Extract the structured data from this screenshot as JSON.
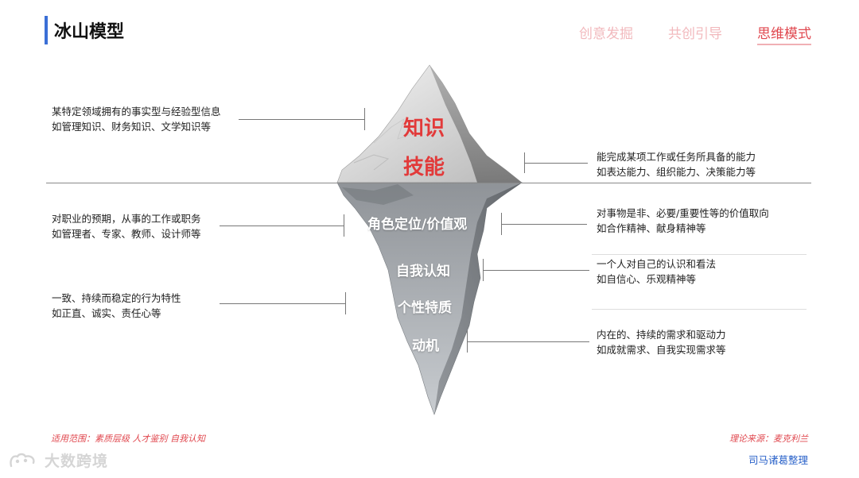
{
  "header": {
    "title": "冰山模型",
    "tabs": [
      {
        "label": "创意发掘",
        "active": false
      },
      {
        "label": "共创引导",
        "active": false
      },
      {
        "label": "思维模式",
        "active": true
      }
    ]
  },
  "iceberg": {
    "above": [
      "知识",
      "技能"
    ],
    "below": [
      "角色定位/价值观",
      "自我认知",
      "个性特质",
      "动机"
    ]
  },
  "descriptions": {
    "knowledge": {
      "line1": "某特定领域拥有的事实型与经验型信息",
      "line2": "如管理知识、财务知识、文学知识等"
    },
    "skill": {
      "line1": "能完成某项工作或任务所具备的能力",
      "line2": "如表达能力、组织能力、决策能力等"
    },
    "role": {
      "line1": "对职业的预期，从事的工作或职务",
      "line2": "如管理者、专家、教师、设计师等"
    },
    "values": {
      "line1": "对事物是非、必要/重要性等的价值取向",
      "line2": "如合作精神、献身精神等"
    },
    "self_image": {
      "line1": "一个人对自己的认识和看法",
      "line2": "如自信心、乐观精神等"
    },
    "traits": {
      "line1": "一致、持续而稳定的行为特性",
      "line2": "如正直、诚实、责任心等"
    },
    "motive": {
      "line1": "内在的、持续的需求和驱动力",
      "line2": "如成就需求、自我实现需求等"
    }
  },
  "footer": {
    "scope": "适用范围：素质层级 人才鉴别 自我认知",
    "source": "理论来源：麦克利兰",
    "credit": "司马诸葛整理"
  },
  "watermark": {
    "text": "大数跨境"
  },
  "colors": {
    "accent": "#e0484f",
    "title_bar": "#3b6fd6",
    "credit": "#2a62c9"
  }
}
